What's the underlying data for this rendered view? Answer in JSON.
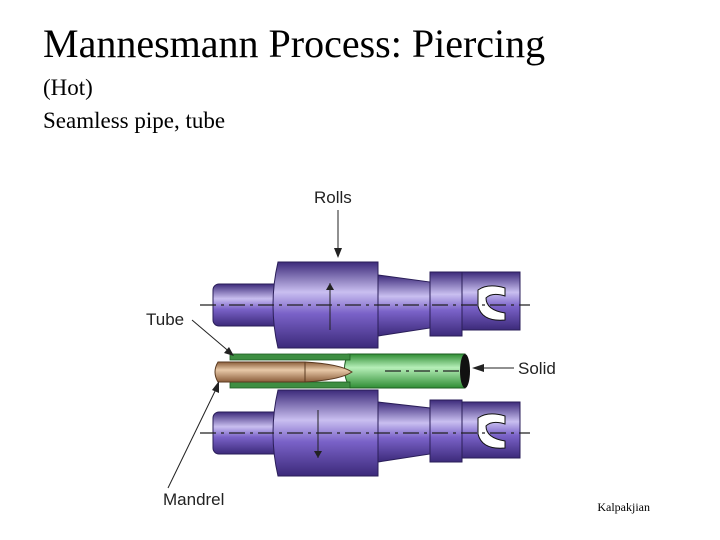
{
  "title": "Mannesmann Process: Piercing",
  "subtitle_lines": [
    "(Hot)",
    "Seamless pipe, tube"
  ],
  "diagram": {
    "labels": {
      "rolls": "Rolls",
      "tube": "Tube",
      "solid": "Solid",
      "mandrel": "Mandrel"
    },
    "colors": {
      "roll": "#6a4fb8",
      "roll_dark": "#3c2a7a",
      "roll_light": "#c9bff0",
      "solid": "#4cbf52",
      "tube": "#a87a55",
      "mandrel": "#c99a6c"
    }
  },
  "credit": "Kalpakjian"
}
